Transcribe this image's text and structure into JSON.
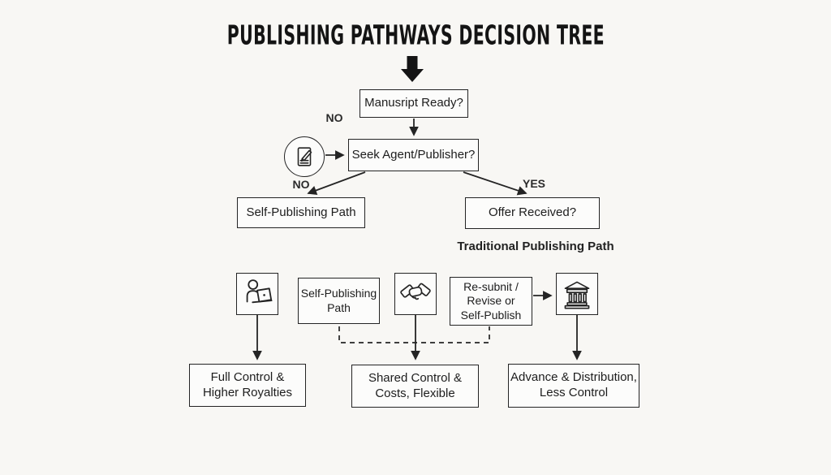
{
  "title": "PUBLISHING PATHWAYS DECISION TREE",
  "colors": {
    "ink": "#242424",
    "background": "#f8f7f4",
    "box_fill": "#fcfcfb"
  },
  "flow": {
    "manuscript_ready": "Manusript Ready?",
    "no_top": "NO",
    "seek_agent": "Seek Agent/Publisher?",
    "no_left": "NO",
    "yes": "YES",
    "self_publishing_path": "Self-Publishing Path",
    "offer_received": "Offer Received?",
    "traditional_label": "Traditional Publishing Path"
  },
  "options": {
    "self_pub_box": [
      "Self-Publishing",
      "Path"
    ],
    "resubmit_box": [
      "Re-subnit /",
      "Revise or",
      "Self-Publish"
    ]
  },
  "outcomes": {
    "full_control": [
      "Full Control &",
      "Higher Royalties"
    ],
    "shared_control": [
      "Shared Control &",
      "Costs, Flexible"
    ],
    "advance": [
      "Advance & Distribution,",
      "Less Control"
    ]
  },
  "icons": {
    "top_arrow": "big-down-arrow-icon",
    "manuscript": "document-edit-icon",
    "self_publish": "writer-laptop-icon",
    "hybrid": "handshake-icon",
    "traditional": "bank-icon"
  }
}
